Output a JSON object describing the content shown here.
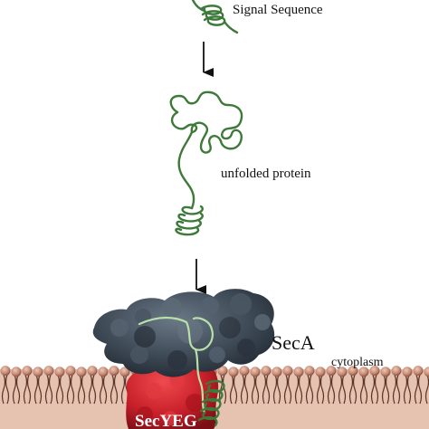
{
  "labels": {
    "signal_sequence": "Signal Sequence",
    "unfolded_protein": "unfolded protein",
    "seca": "SecA",
    "cytoplasm": "cytoplasm",
    "secyeg": "SecYEG"
  },
  "colors": {
    "protein_chain": "#3d7a3a",
    "protein_highlight": "#b8e0a8",
    "seca_body": "#3e4a56",
    "secyeg_body": "#c8202a",
    "lipid_head": "#c98f7a",
    "lipid_tail": "#5a3226",
    "arrow": "#111111"
  }
}
